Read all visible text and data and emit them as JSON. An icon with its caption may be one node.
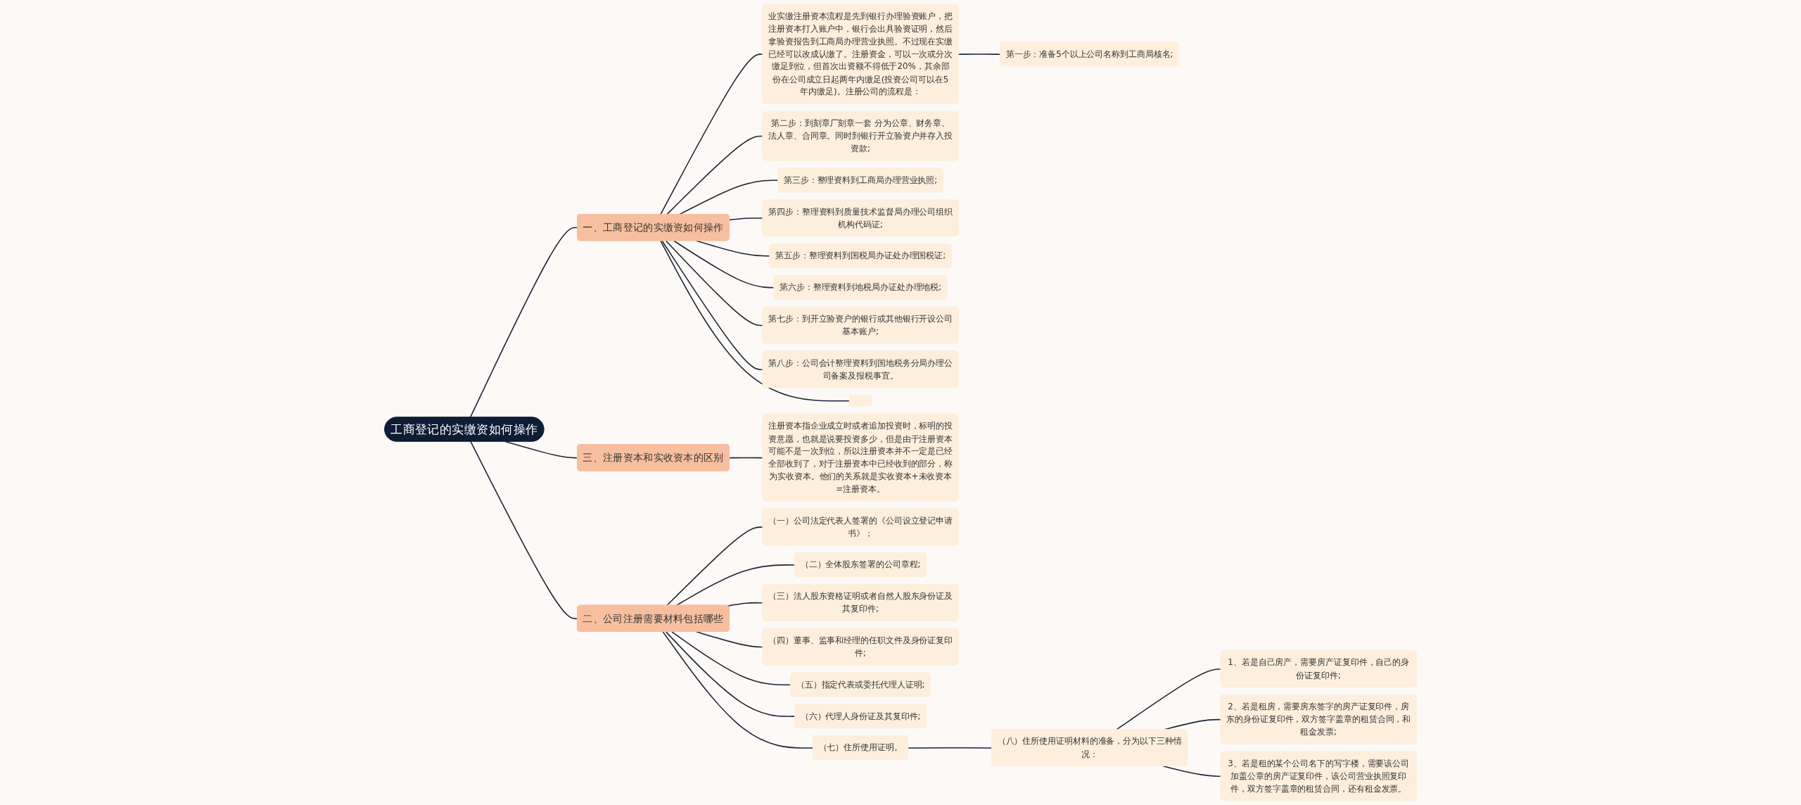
{
  "diagram": {
    "nodes": [
      {
        "text": [
          "工商登记的实缴资如何操作"
        ]
      },
      {
        "text": [
          "一、工商登记的实缴资如何操作"
        ]
      },
      {
        "text": [
          "业实缴注册资本流程是先到银行办理验资账户，把注册资本打入账户中，银行会出具验资证明，然后拿验资报告到工商局办理营业执照。不过现在实缴已经可以改成认缴了。注册资金，可以一次或分次缴足到位，但首次出资额不得低于20%，其余部份在公司成立日起两年内缴足(投资公司可以在5年内缴足)。注册公司的流程是："
        ]
      },
      {
        "text": [
          "第一步：准备5个以上公司名称到工商局核名;"
        ]
      },
      {
        "text": [
          "第二步：到刻章厂刻章一套 分为公章、财务章、法人章、合同章。同时到银行开立验资户并存入投资款;"
        ]
      },
      {
        "text": [
          "第三步：整理资料到工商局办理营业执照;"
        ]
      },
      {
        "text": [
          "第四步：整理资料到质量技术监督局办理公司组织机构代码证;"
        ]
      },
      {
        "text": [
          "第五步：整理资料到国税局办证处办理国税证;"
        ]
      },
      {
        "text": [
          "第六步：整理资料到地税局办证处办理地税;"
        ]
      },
      {
        "text": [
          "第七步：到开立验资户的银行或其他银行开设公司基本账户;"
        ]
      },
      {
        "text": [
          "第八步：公司会计整理资料到国地税务分局办理公司备案及报税事宜。"
        ]
      },
      {
        "text": [],
        "shape": "box"
      },
      {
        "text": [
          "三、注册资本和实收资本的区别"
        ]
      },
      {
        "text": [
          "注册资本指企业成立时或者追加投资时，标明的投资意愿，也就是说要投资多少，但是由于注册资本可能不是一次到位，所以注册资本并不一定是已经全部收到了，对于注册资本中已经收到的部分，称为实收资本。他们的关系就是实收资本+未收资本=注册资本。"
        ]
      },
      {
        "text": [
          "二、公司注册需要材料包括哪些"
        ]
      },
      {
        "text": [
          "（一）公司法定代表人签署的《公司设立登记申请书》；"
        ]
      },
      {
        "text": [
          "（二）全体股东签署的公司章程;"
        ]
      },
      {
        "text": [
          "（三）法人股东资格证明或者自然人股东身份证及其复印件;"
        ]
      },
      {
        "text": [
          "（四）董事、监事和经理的任职文件及身份证复印件;"
        ]
      },
      {
        "text": [
          "（五）指定代表或委托代理人证明;"
        ]
      },
      {
        "text": [
          "（六）代理人身份证及其复印件;"
        ]
      },
      {
        "text": [
          "（七）住所使用证明。"
        ]
      },
      {
        "text": [
          "（八）住所使用证明材料的准备，分为以下三种情况："
        ]
      },
      {
        "text": [
          "1、若是自己房产，需要房产证复印件，自己的身份证复印件;"
        ]
      },
      {
        "text": [
          "2、若是租房，需要房东签字的房产证复印件，房东的身份证复印件，双方签字盖章的租赁合同，和租金发票;"
        ]
      },
      {
        "text": [
          "3、若是租的某个公司名下的写字楼，需要该公司加盖公章的房产证复印件，该公司营业执照复印件，双方签字盖章的租赁合同，还有租金发票。"
        ]
      }
    ],
    "edges": [
      {
        "from": 0,
        "to": 1,
        "arrow": "none"
      },
      {
        "from": 1,
        "to": 2,
        "arrow": "none"
      },
      {
        "from": 2,
        "to": 3,
        "arrow": "none"
      },
      {
        "from": 1,
        "to": 4,
        "arrow": "none"
      },
      {
        "from": 1,
        "to": 5,
        "arrow": "none"
      },
      {
        "from": 1,
        "to": 6,
        "arrow": "none"
      },
      {
        "from": 1,
        "to": 7,
        "arrow": "none"
      },
      {
        "from": 1,
        "to": 8,
        "arrow": "none"
      },
      {
        "from": 1,
        "to": 9,
        "arrow": "none"
      },
      {
        "from": 1,
        "to": 10,
        "arrow": "none"
      },
      {
        "from": 1,
        "to": 11,
        "arrow": "none"
      },
      {
        "from": 0,
        "to": 12,
        "arrow": "none"
      },
      {
        "from": 12,
        "to": 13,
        "arrow": "none"
      },
      {
        "from": 0,
        "to": 14,
        "arrow": "none"
      },
      {
        "from": 14,
        "to": 15,
        "arrow": "none"
      },
      {
        "from": 14,
        "to": 16,
        "arrow": "none"
      },
      {
        "from": 14,
        "to": 17,
        "arrow": "none"
      },
      {
        "from": 14,
        "to": 18,
        "arrow": "none"
      },
      {
        "from": 14,
        "to": 19,
        "arrow": "none"
      },
      {
        "from": 14,
        "to": 20,
        "arrow": "none"
      },
      {
        "from": 14,
        "to": 21,
        "arrow": "none"
      },
      {
        "from": 21,
        "to": 22,
        "arrow": "none"
      },
      {
        "from": 22,
        "to": 23,
        "arrow": "none"
      },
      {
        "from": 22,
        "to": 24,
        "arrow": "none"
      },
      {
        "from": 22,
        "to": 25,
        "arrow": "none"
      }
    ]
  }
}
